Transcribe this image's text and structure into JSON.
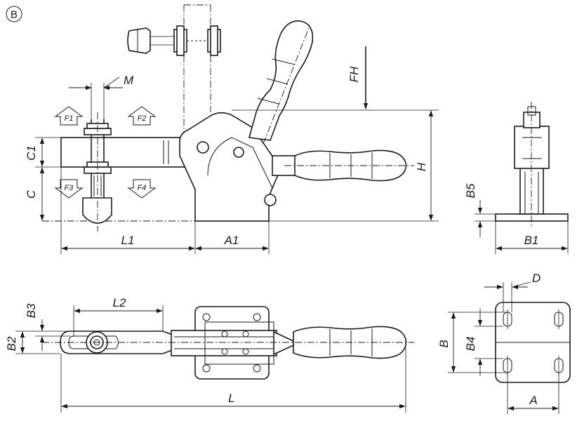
{
  "variant": {
    "label": "B"
  },
  "side_view": {
    "dims": {
      "M": "M",
      "FH": "FH",
      "H": "H",
      "C1": "C1",
      "C": "C",
      "L1": "L1",
      "A1": "A1"
    },
    "forces": {
      "f1": "F1",
      "f2": "F2",
      "f3": "F3",
      "f4": "F4"
    }
  },
  "end_view": {
    "dims": {
      "B5": "B5",
      "B1": "B1"
    }
  },
  "top_view": {
    "dims": {
      "B3": "B3",
      "B2": "B2",
      "L2": "L2",
      "L": "L"
    }
  },
  "base_plate_view": {
    "dims": {
      "D": "D",
      "B": "B",
      "B4": "B4",
      "A": "A"
    }
  }
}
